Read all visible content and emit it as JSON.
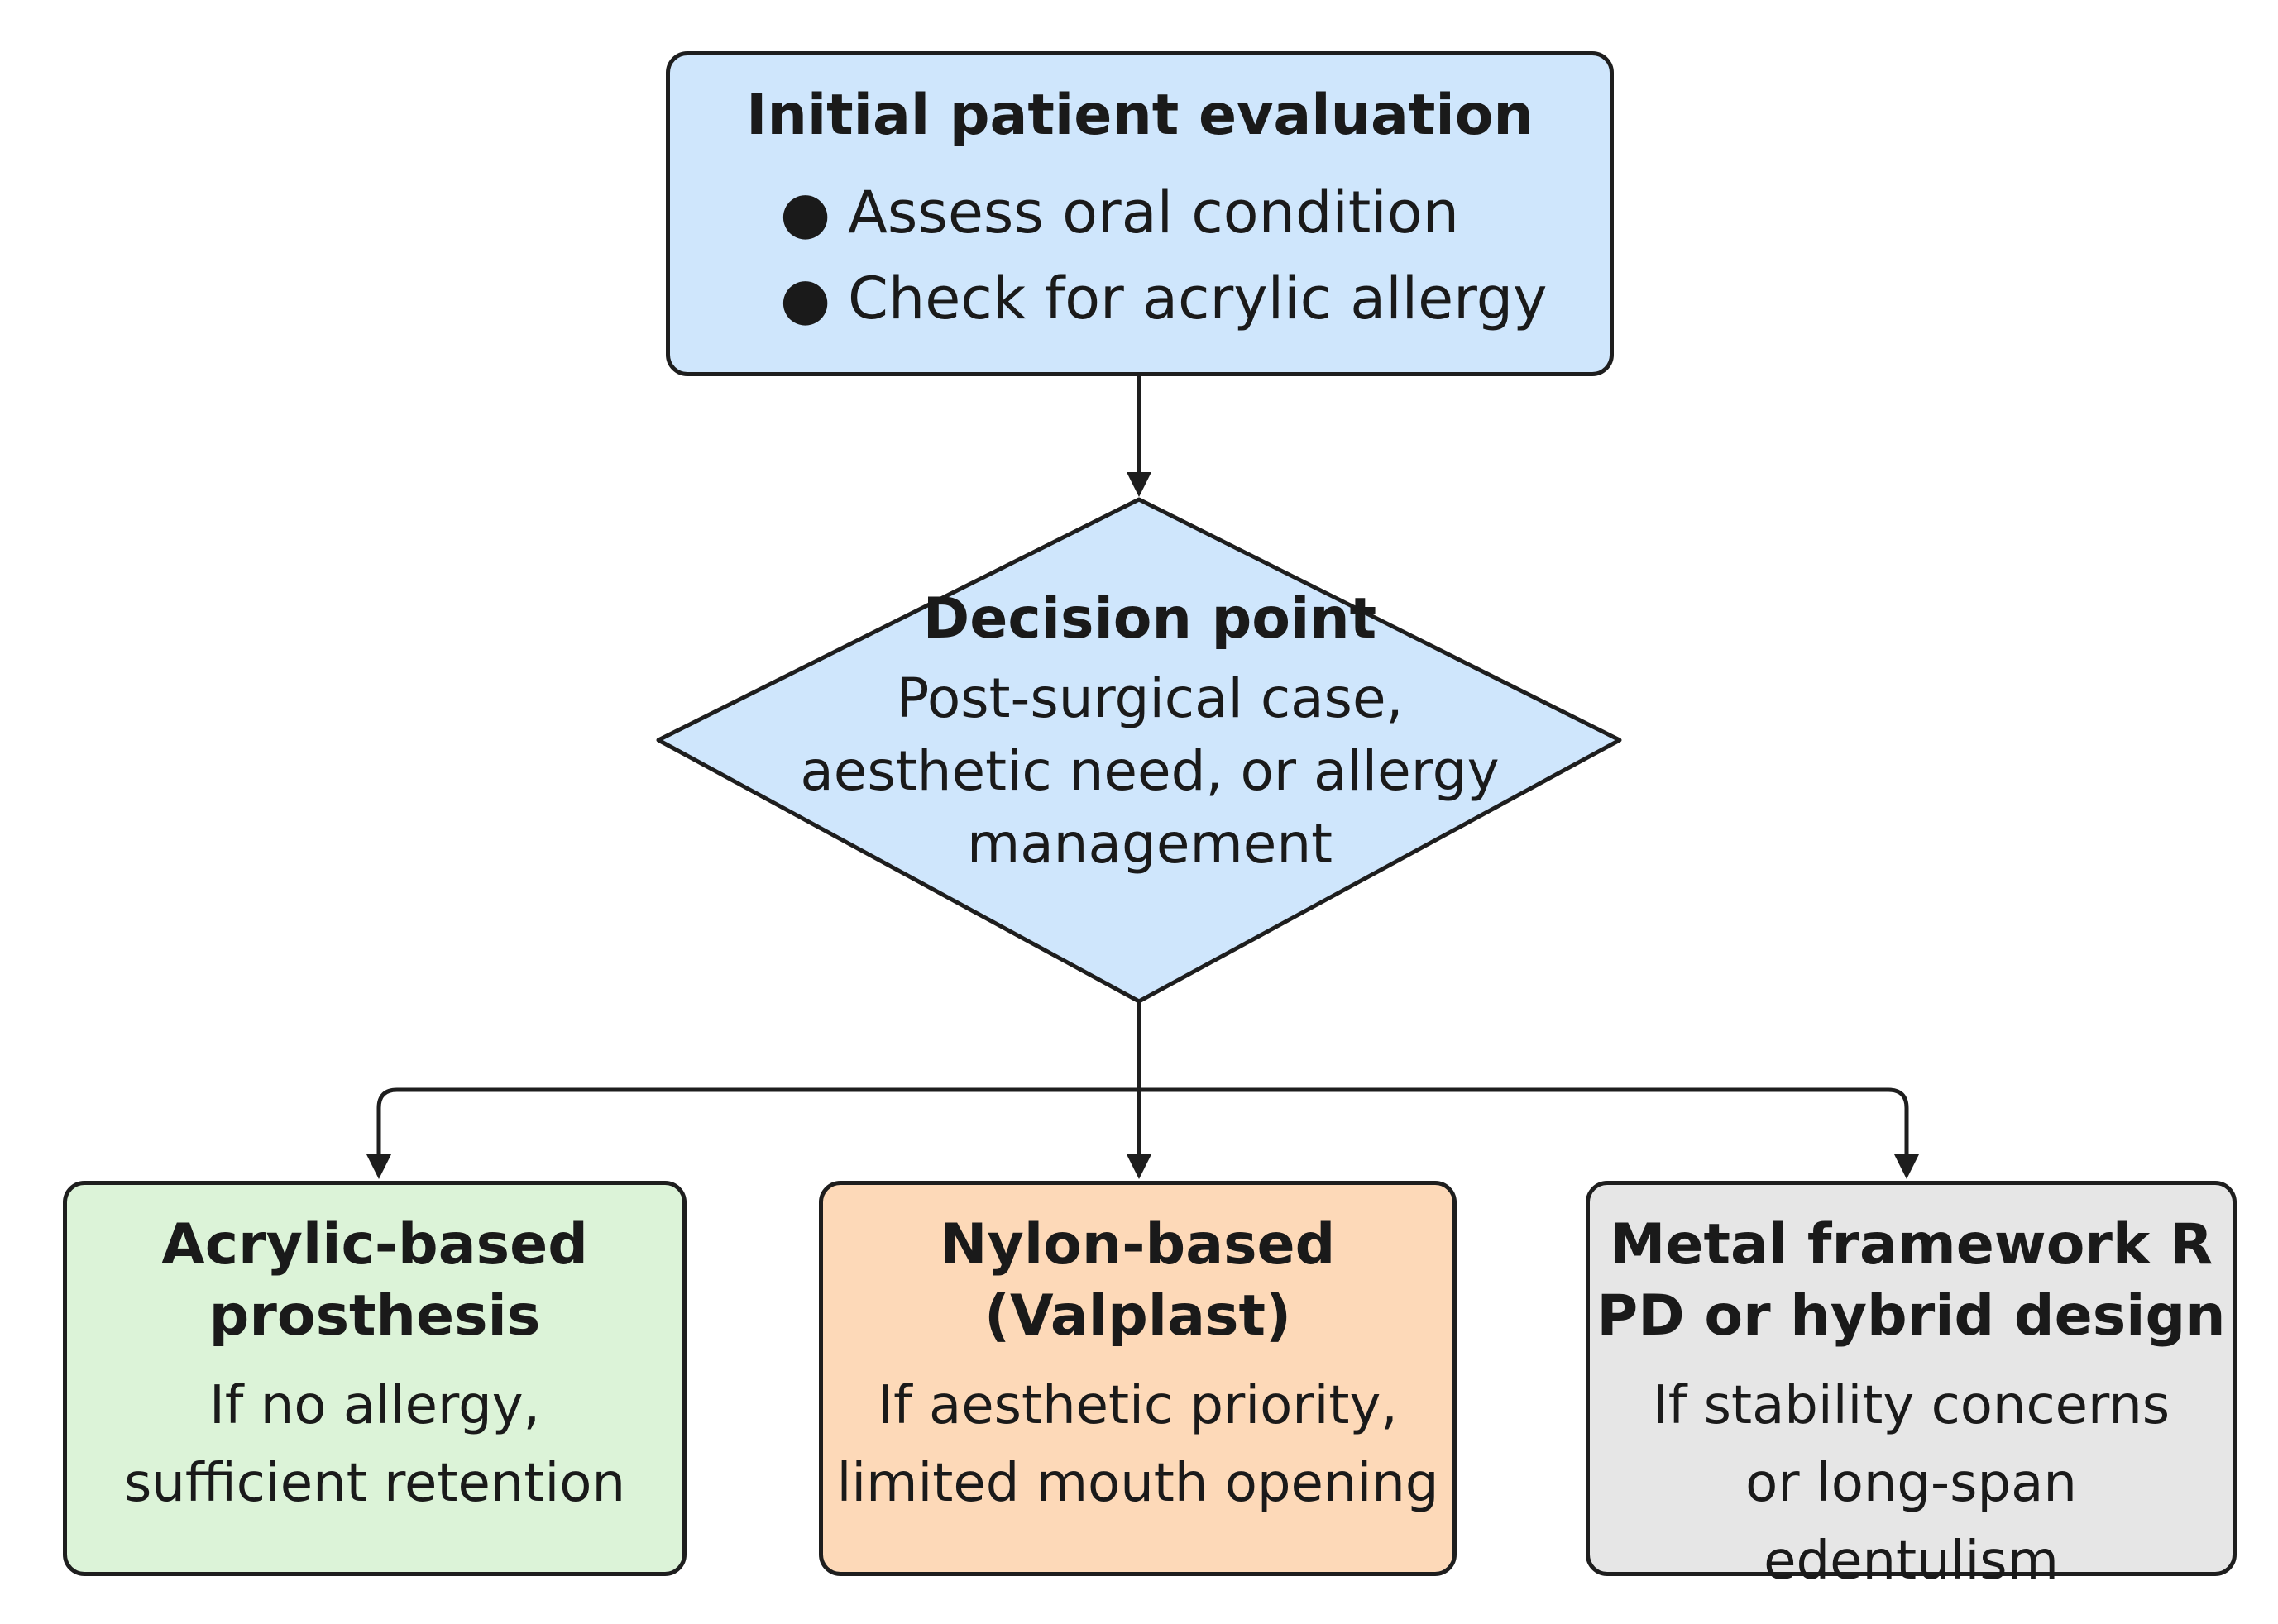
{
  "colors": {
    "top_fill": "#cfe6fc",
    "decision_fill": "#cfe6fc",
    "acrylic_fill": "#dcf3d8",
    "nylon_fill": "#fdd9b8",
    "metal_fill": "#e6e6e6",
    "stroke": "#1e1e1e"
  },
  "top": {
    "title": "Initial patient evaluation",
    "bullets": [
      "Assess oral condition",
      "Check for acrylic allergy"
    ]
  },
  "decision": {
    "title": "Decision point",
    "text": "Post-surgical case,\naesthetic need, or allergy\nmanagement"
  },
  "options": [
    {
      "title": "Acrylic-based\nprosthesis",
      "text": "If no allergy,\nsufficient retention"
    },
    {
      "title": "Nylon-based\n(Valplast)",
      "text": "If aesthetic priority,\nlimited mouth opening"
    },
    {
      "title": "Metal framework R\nPD or hybrid design",
      "text": "If stability concerns\nor long-span edentulism"
    }
  ]
}
